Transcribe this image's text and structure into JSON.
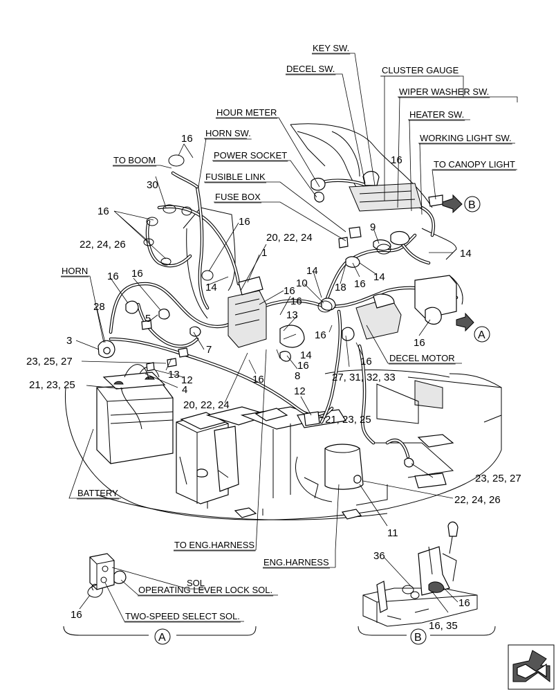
{
  "labels": {
    "key_sw": "KEY SW.",
    "decel_sw": "DECEL SW.",
    "cluster_gauge": "CLUSTER GAUGE",
    "wiper_washer_sw": "WIPER WASHER SW.",
    "heater_sw": "HEATER SW.",
    "working_light_sw": "WORKING LIGHT SW.",
    "to_canopy_light": "TO CANOPY LIGHT",
    "hour_meter": "HOUR METER",
    "horn_sw": "HORN SW.",
    "power_socket": "POWER SOCKET",
    "to_boom": "TO BOOM",
    "fusible_link": "FUSIBLE LINK",
    "fuse_box": "FUSE BOX",
    "horn": "HORN",
    "decel_motor": "DECEL MOTOR",
    "battery": "BATTERY",
    "to_eng_harness": "TO ENG.HARNESS",
    "eng_harness": "ENG.HARNESS",
    "sol": "SOL",
    "operating_lever_lock_sol": "OPERATING LEVER LOCK SOL.",
    "two_speed_select_sol": "TWO-SPEED SELECT SOL."
  },
  "callouts": {
    "c16a": "16",
    "c16b": "16",
    "c16c": "16",
    "c16d": "16",
    "c16e": "16",
    "c16f": "16",
    "c16g": "16",
    "c16h": "16",
    "c16i": "16",
    "c16j": "16",
    "c16k": "16",
    "c16l": "16",
    "c16m": "16",
    "c16n": "16",
    "c16o": "16",
    "c16p": "16",
    "c30": "30",
    "c22_24_26a": "22, 24, 26",
    "c20_22_24a": "20, 22, 24",
    "c1": "1",
    "c9": "9",
    "c14a": "14",
    "c14b": "14",
    "c14c": "14",
    "c14d": "14",
    "c14e": "14",
    "c10": "10",
    "c18": "18",
    "c28": "28",
    "c5": "5",
    "c13a": "13",
    "c13b": "13",
    "c3": "3",
    "c7": "7",
    "c8": "8",
    "c23_25_27a": "23, 25, 27",
    "c12a": "12",
    "c12b": "12",
    "c21_23_25a": "21, 23, 25",
    "c4": "4",
    "c20_22_24b": "20, 22, 24",
    "c27_31_32_33": "27, 31, 32, 33",
    "c21_23_25b": "21, 23, 25",
    "c23_25_27b": "23, 25, 27",
    "c22_24_26b": "22, 24, 26",
    "c11": "11",
    "c36": "36",
    "c16_35": "16, 35"
  },
  "views": {
    "a_arrow": "A",
    "b_arrow": "B",
    "a_detail": "A",
    "b_detail": "B"
  }
}
